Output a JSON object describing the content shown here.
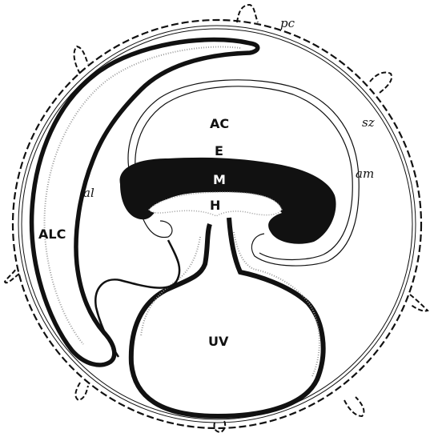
{
  "labels": {
    "chorion": "pc",
    "serosa": "sz",
    "amnion": "am",
    "allantois": "al",
    "amniotic_cavity": "AC",
    "allantoic_cavity": "ALC",
    "ectoderm": "E",
    "mesoderm": "M",
    "endoderm": "H",
    "umbilical_vesicle": "UV"
  },
  "colors": {
    "ink": "#111111",
    "paper": "#ffffff",
    "stipple": "#9a9a9a"
  }
}
